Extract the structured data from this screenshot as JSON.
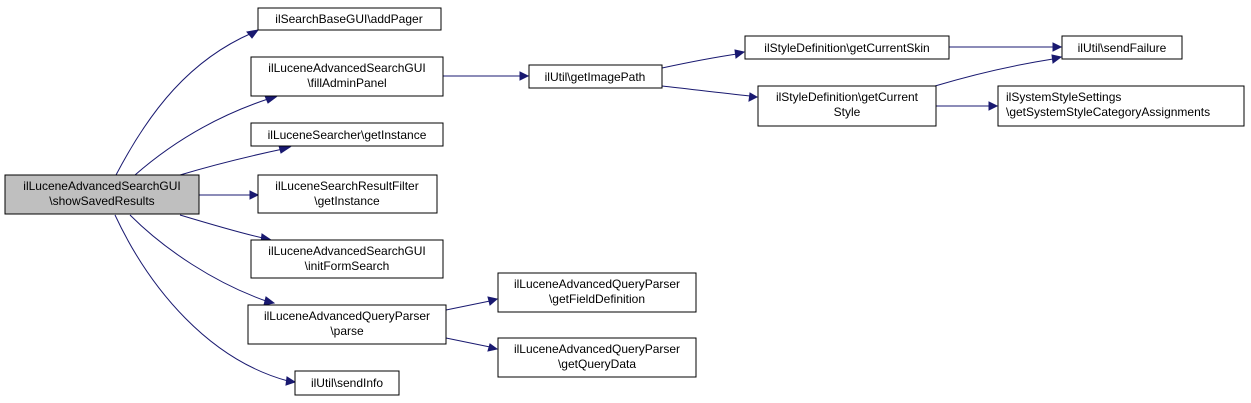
{
  "colors": {
    "edge": "#191970",
    "node_fill": "#ffffff",
    "focus_fill": "#bfbfbf",
    "border": "#000000"
  },
  "nodes": {
    "showSavedResults": {
      "lines": [
        "ilLuceneAdvancedSearchGUI",
        "\\showSavedResults"
      ],
      "focus": true
    },
    "addPager": {
      "lines": [
        "ilSearchBaseGUI\\addPager"
      ]
    },
    "fillAdminPanel": {
      "lines": [
        "ilLuceneAdvancedSearchGUI",
        "\\fillAdminPanel"
      ]
    },
    "searcherGetInstance": {
      "lines": [
        "ilLuceneSearcher\\getInstance"
      ]
    },
    "filterGetInstance": {
      "lines": [
        "ilLuceneSearchResultFilter",
        "\\getInstance"
      ]
    },
    "initFormSearch": {
      "lines": [
        "ilLuceneAdvancedSearchGUI",
        "\\initFormSearch"
      ]
    },
    "parse": {
      "lines": [
        "ilLuceneAdvancedQueryParser",
        "\\parse"
      ]
    },
    "sendInfo": {
      "lines": [
        "ilUtil\\sendInfo"
      ]
    },
    "getImagePath": {
      "lines": [
        "ilUtil\\getImagePath"
      ]
    },
    "getFieldDefinition": {
      "lines": [
        "ilLuceneAdvancedQueryParser",
        "\\getFieldDefinition"
      ]
    },
    "getQueryData": {
      "lines": [
        "ilLuceneAdvancedQueryParser",
        "\\getQueryData"
      ]
    },
    "getCurrentSkin": {
      "lines": [
        "ilStyleDefinition\\getCurrentSkin"
      ]
    },
    "getCurrentStyle": {
      "lines": [
        "ilStyleDefinition\\getCurrent",
        "Style"
      ]
    },
    "sendFailure": {
      "lines": [
        "ilUtil\\sendFailure"
      ]
    },
    "getSystemStyleCategoryAssignments": {
      "lines": [
        "ilSystemStyleSettings",
        "\\getSystemStyleCategoryAssignments"
      ]
    }
  }
}
